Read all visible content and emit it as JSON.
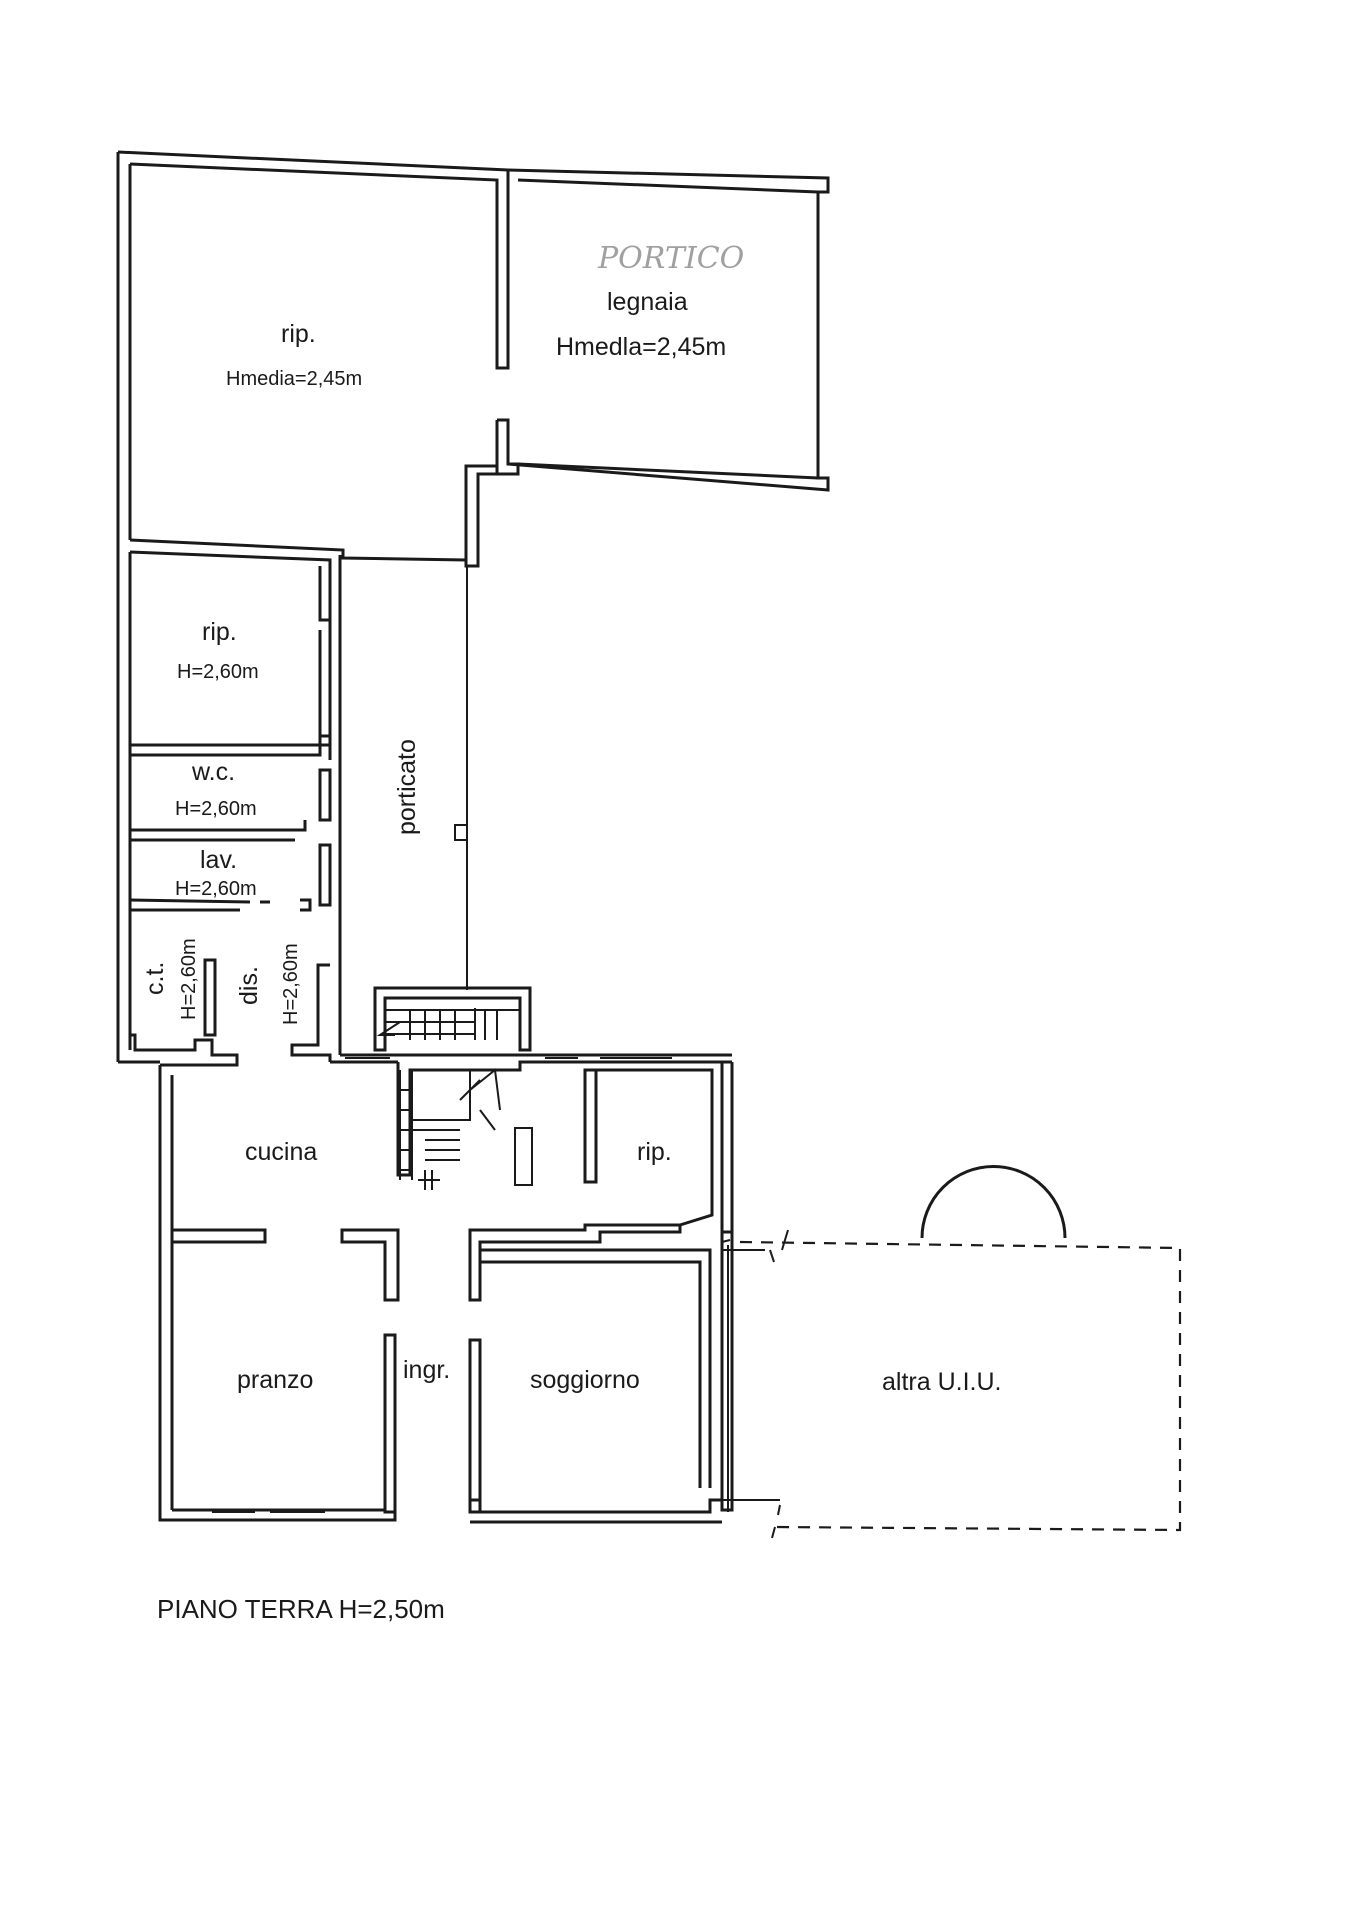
{
  "plan": {
    "caption": "PIANO TERRA H=2,50m",
    "handwritten_note": "PORTICO",
    "rooms": {
      "rip_top": {
        "name": "rip.",
        "height": "Hmedia=2,45m"
      },
      "legnaia": {
        "name": "legnaia",
        "height": "Hmedla=2,45m"
      },
      "rip_mid": {
        "name": "rip.",
        "height": "H=2,60m"
      },
      "wc": {
        "name": "w.c.",
        "height": "H=2,60m"
      },
      "lav": {
        "name": "lav.",
        "height": "H=2,60m"
      },
      "ct": {
        "name": "c.t.",
        "height": "H=2,60m"
      },
      "dis": {
        "name": "dis.",
        "height": "H=2,60m"
      },
      "porticato": {
        "name": "porticato"
      },
      "cucina": {
        "name": "cucina"
      },
      "rip_right": {
        "name": "rip."
      },
      "pranzo": {
        "name": "pranzo"
      },
      "ingr": {
        "name": "ingr."
      },
      "soggiorno": {
        "name": "soggiorno"
      },
      "altra": {
        "name": "altra U.I.U."
      }
    }
  }
}
